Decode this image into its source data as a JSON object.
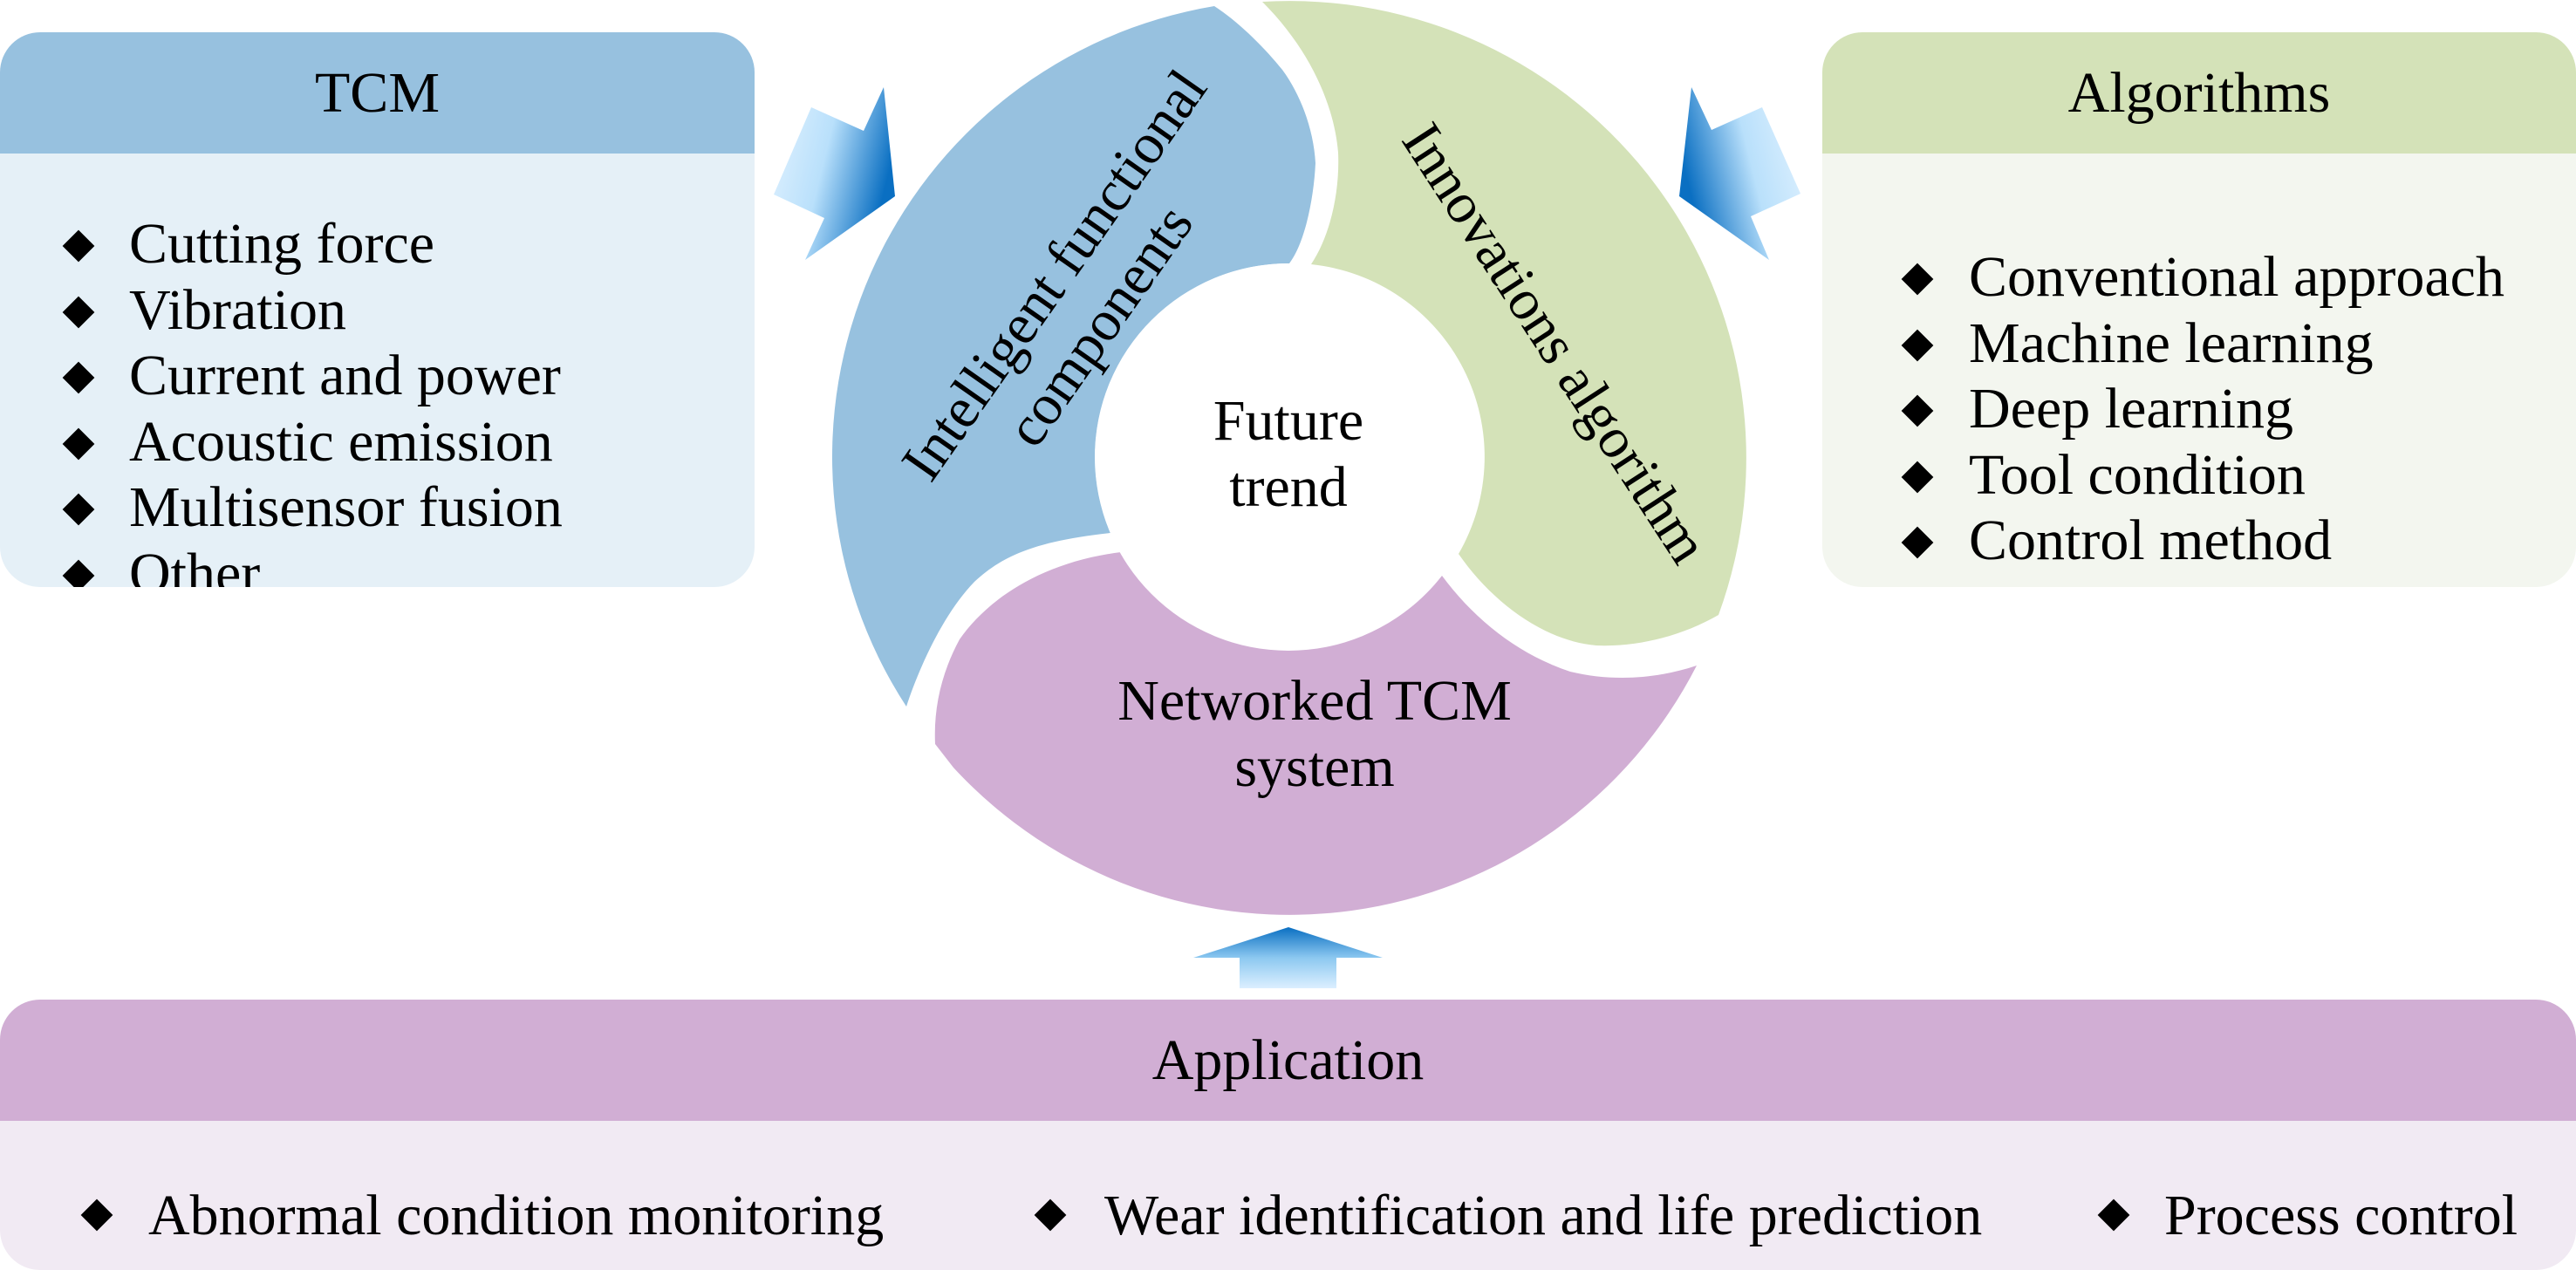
{
  "tcm_panel": {
    "title": "TCM",
    "items": [
      "Cutting force",
      "Vibration",
      "Current and power",
      "Acoustic emission",
      "Multisensor fusion",
      "Other"
    ],
    "header_color": "#97c1df",
    "body_color": "#e5f0f7"
  },
  "algorithms_panel": {
    "title": "Algorithms",
    "items": [
      "Conventional approach",
      "Machine learning",
      "Deep learning",
      "Tool condition",
      "Control method"
    ],
    "header_color": "#d4e2b8",
    "body_color": "#f3f6ef"
  },
  "application_panel": {
    "title": "Application",
    "items": [
      "Abnormal condition monitoring",
      "Wear identification and life prediction",
      "Process control"
    ],
    "header_color": "#d1aed4",
    "body_color": "#f1eaf3"
  },
  "cycle": {
    "center_label_line1": "Future",
    "center_label_line2": "trend",
    "segments": [
      {
        "id": "intelligent",
        "line1": "Intelligent functional",
        "line2": "components",
        "color": "#97c1df"
      },
      {
        "id": "innovations",
        "line1": "Innovations algorithm",
        "color": "#d4e2b8"
      },
      {
        "id": "networked",
        "line1": "Networked TCM",
        "line2": "system",
        "color": "#d1aed4"
      }
    ]
  },
  "arrows": {
    "gradient_dark": "#0a6fc2",
    "gradient_light": "#dcefff",
    "items": [
      {
        "from": "TCM",
        "to": "Intelligent functional components",
        "direction": "right-down"
      },
      {
        "from": "Algorithms",
        "to": "Innovations algorithm",
        "direction": "left-down"
      },
      {
        "from": "Application",
        "to": "Networked TCM system",
        "direction": "up"
      }
    ]
  }
}
